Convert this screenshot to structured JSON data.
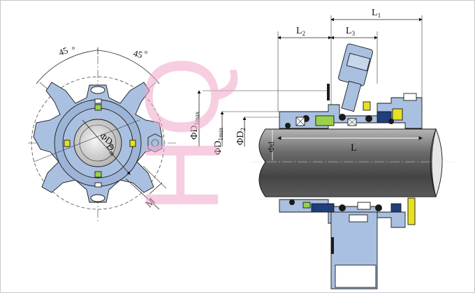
{
  "labels": {
    "angle_left": "45",
    "angle_right": "45",
    "degree_mark": "o",
    "phi_d4": "ΦD",
    "phi_d4_sub": "4",
    "phi_dm": "D",
    "phi_dm_sub": "m",
    "m": "M",
    "l1": "L",
    "l1_sub": "1",
    "l2": "L",
    "l2_sub": "2",
    "l3": "L",
    "l3_sub": "3",
    "l": "L",
    "phi_d1max": "ΦD",
    "phi_d1max_sub": "1max",
    "phi_d1min": "ΦD",
    "phi_d1min_sub": "1min",
    "phi_d2": "ΦD",
    "phi_d2_sub": "2",
    "phi_d": "Φd"
  },
  "watermark": "HQ",
  "colors": {
    "body_blue": "#aac0e0",
    "body_blue_dark": "#8fa9d0",
    "shaft_dark": "#4a4a4a",
    "shaft_light": "#9a9a9a",
    "seal_green": "#9ad14a",
    "seal_navy": "#1f3f7a",
    "spring_yellow": "#e8e020",
    "watermark_pink": "#f2a6cc"
  }
}
